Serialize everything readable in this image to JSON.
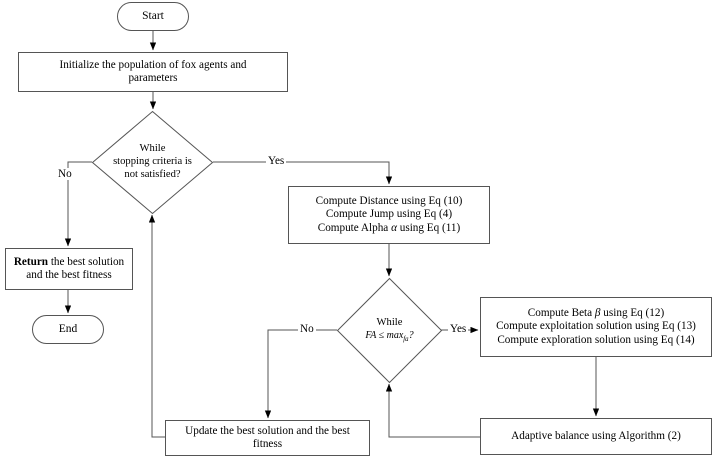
{
  "diagram": {
    "title": "FOX optimization algorithm flowchart",
    "type": "flowchart",
    "stroke_color": "#555555",
    "text_color": "#000000",
    "background": "#ffffff"
  },
  "nodes": {
    "start": {
      "label": "Start",
      "shape": "terminator"
    },
    "initialize": {
      "line1": "Initialize the population of fox agents and",
      "line2": "parameters",
      "shape": "process"
    },
    "decision_stopping": {
      "line1": "While",
      "line2": "stopping criteria is",
      "line3": "not satisfied?",
      "shape": "decision"
    },
    "return_best": {
      "bold_word": "Return",
      "rest1": " the best solution",
      "line2": "and the best fitness",
      "shape": "process"
    },
    "end": {
      "label": "End",
      "shape": "terminator"
    },
    "compute_block": {
      "line1": "Compute Distance using Eq (10)",
      "line2": "Compute Jump using Eq (4)",
      "line3_pre": "Compute Alpha ",
      "line3_sym": "α",
      "line3_post": " using Eq (11)",
      "shape": "process"
    },
    "decision_fa": {
      "line1": "While",
      "expr_lhs": "FA ≤ max",
      "expr_sub": "fa",
      "expr_post": "?",
      "shape": "decision"
    },
    "beta_block": {
      "line1_pre": "Compute Beta ",
      "line1_sym": "β",
      "line1_post": " using Eq (12)",
      "line2": "Compute exploitation solution using Eq (13)",
      "line3": "Compute exploration solution using Eq (14)",
      "shape": "process"
    },
    "adaptive_balance": {
      "line1": "Adaptive balance using Algorithm (2)",
      "shape": "process"
    },
    "update_best": {
      "line1": "Update the best solution and the best",
      "line2": "fitness",
      "shape": "process"
    }
  },
  "edge_labels": {
    "stopping_no": "No",
    "stopping_yes": "Yes",
    "fa_no": "No",
    "fa_yes": "Yes"
  }
}
